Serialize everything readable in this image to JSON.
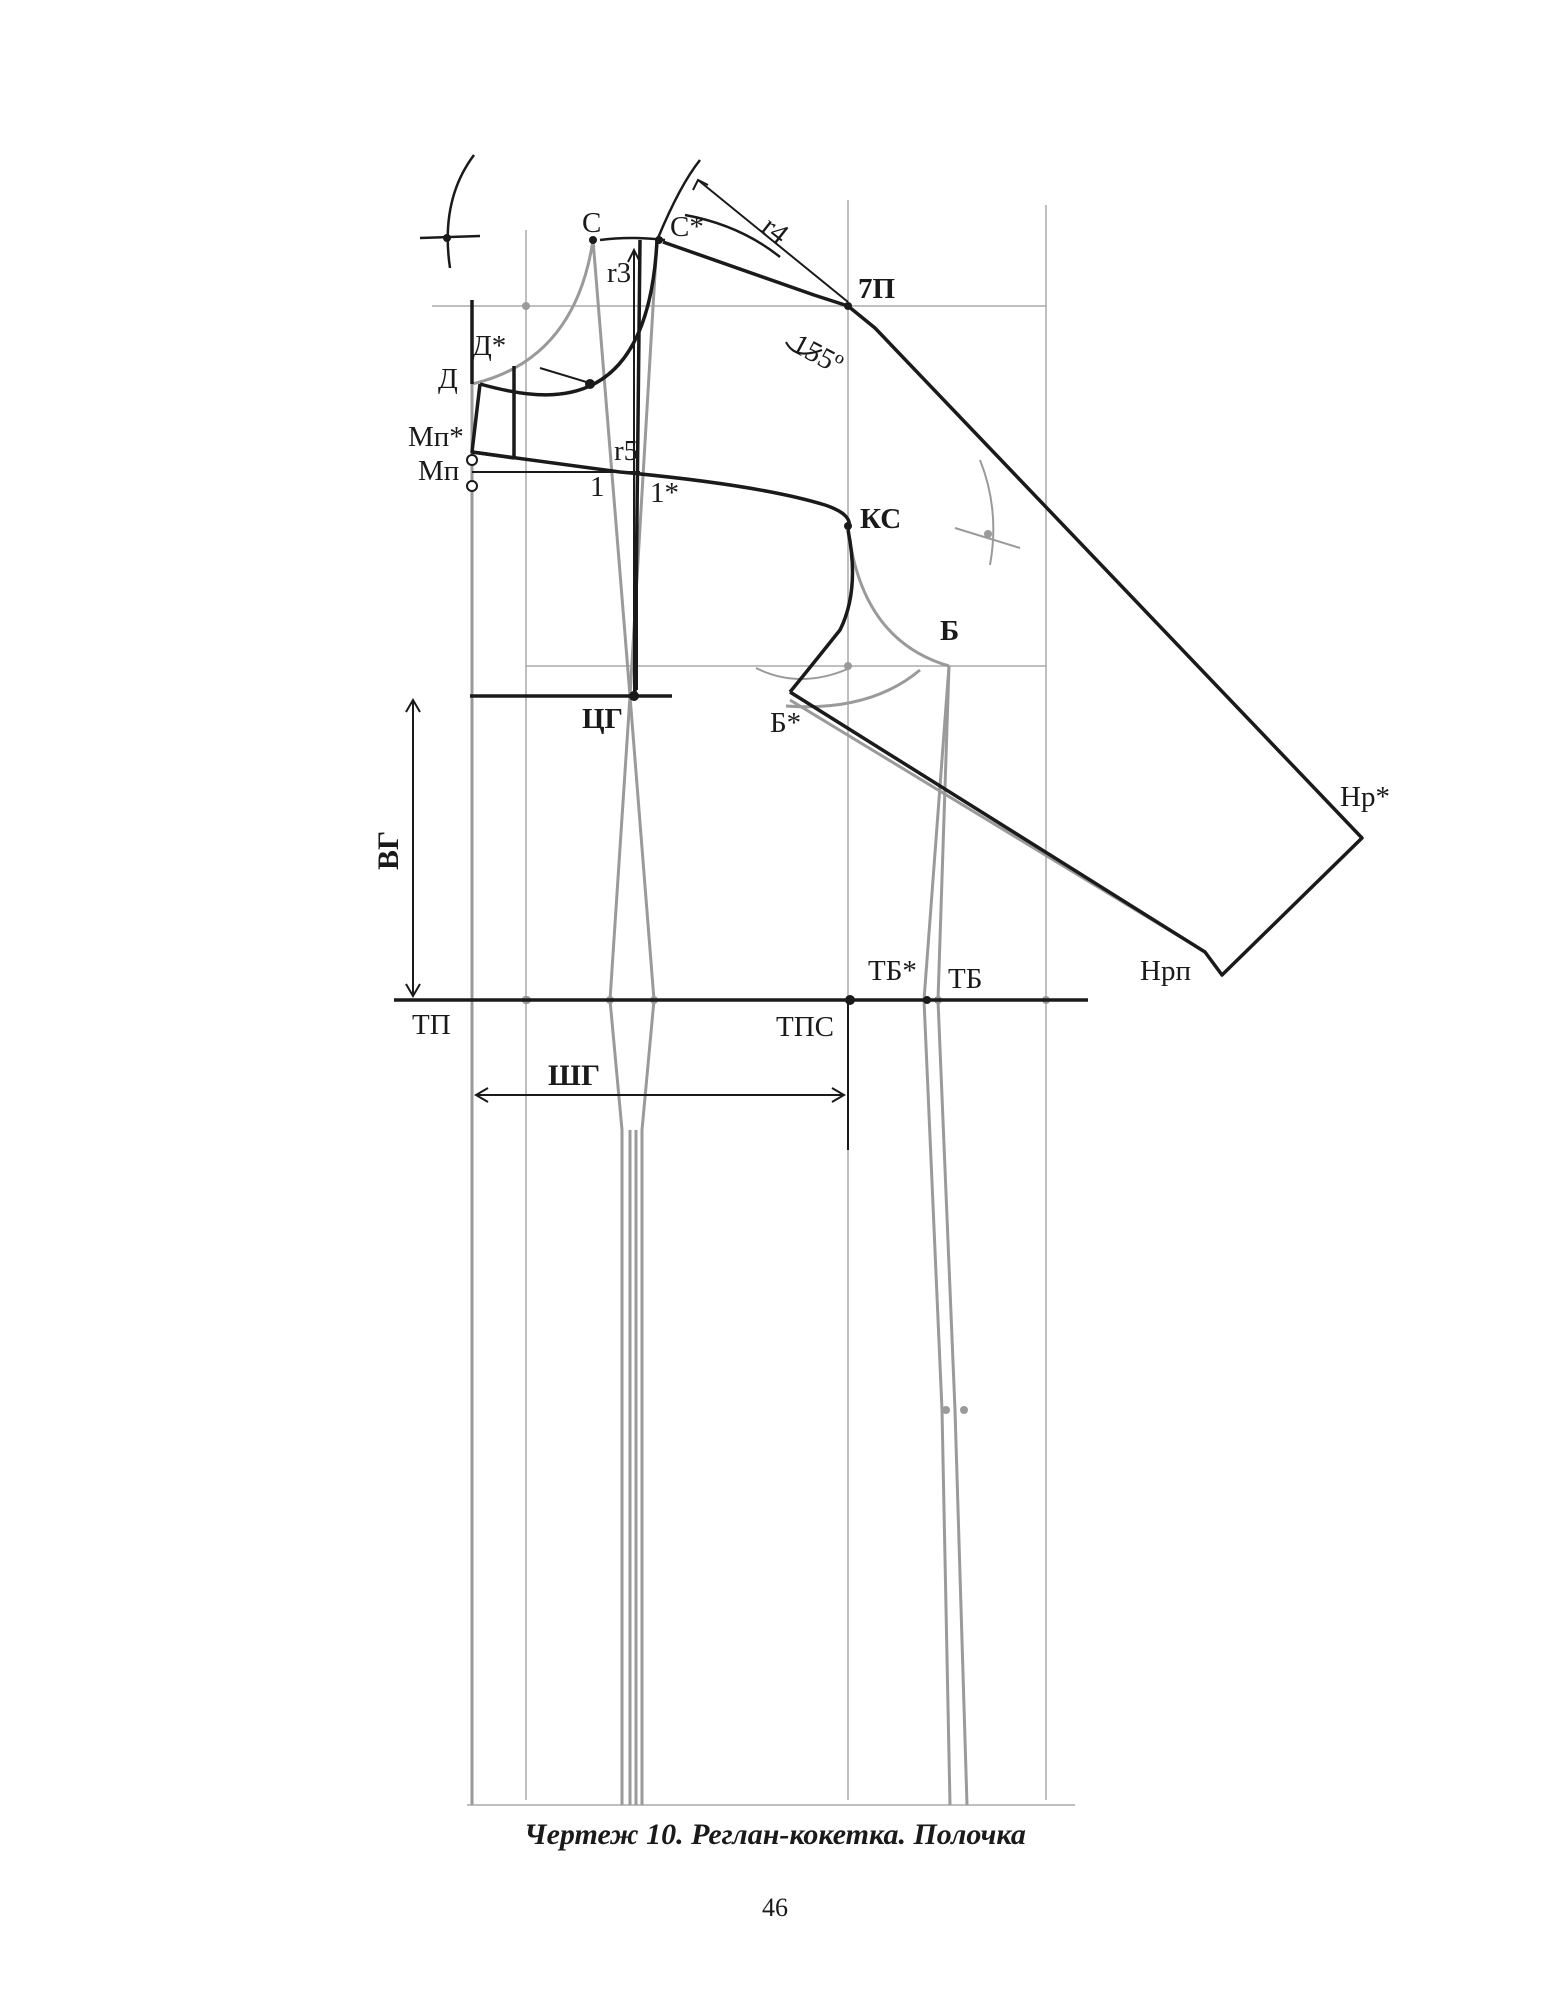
{
  "labels": {
    "C": "С",
    "C_star": "С*",
    "r3": "r3",
    "r4": "r4",
    "p7": "7П",
    "angle": "155º",
    "D_star": "Д*",
    "D": "Д",
    "Mp_star": "Мп*",
    "Mp": "Мп",
    "r5": "r5",
    "one": "1",
    "one_star": "1*",
    "KC": "КС",
    "B": "Б",
    "B_star": "Б*",
    "CG": "ЦГ",
    "VG": "ВГ",
    "Nr_star": "Нр*",
    "Nrp": "Нрп",
    "TB_star": "ТБ*",
    "TB": "ТБ",
    "TP": "ТП",
    "TPS": "ТПС",
    "SG": "ШГ"
  },
  "caption": "Чертеж 10. Реглан-кокетка. Полочка",
  "page_number": "46",
  "colors": {
    "ink": "#1a1a1a",
    "construction": "#9a9a9a"
  }
}
